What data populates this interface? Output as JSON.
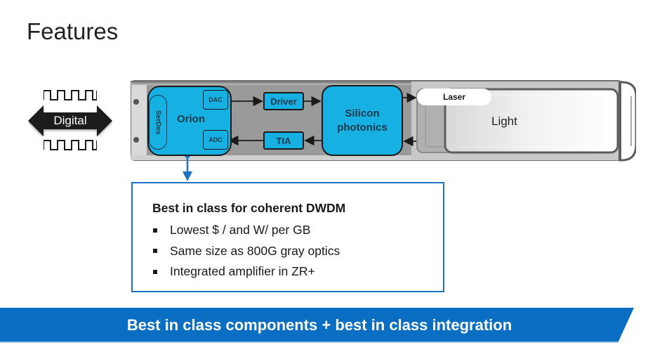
{
  "page": {
    "title": "Features"
  },
  "digital": {
    "label": "Digital",
    "icon": "bidirectional-arrow-icon",
    "wave_icon": "square-wave-icon"
  },
  "module": {
    "orion": {
      "label": "Orion"
    },
    "serdes": {
      "label": "SerDes"
    },
    "dac": {
      "label": "DAC"
    },
    "adc": {
      "label": "ADC"
    },
    "driver": {
      "label": "Driver"
    },
    "tia": {
      "label": "TIA"
    },
    "silicon_photonics": {
      "label_line1": "Silicon",
      "label_line2": "photonics"
    },
    "laser": {
      "label": "Laser"
    },
    "light": {
      "label": "Light"
    }
  },
  "feature_box": {
    "title": "Best in class for coherent DWDM",
    "items": [
      "Lowest $ / and W/ per GB",
      "Same size as 800G gray optics",
      "Integrated amplifier in ZR+"
    ]
  },
  "banner": {
    "text": "Best in class components + best in class integration"
  },
  "colors": {
    "block_blue": "#17b0e2",
    "accent_blue": "#1f73c4",
    "banner_blue": "#0a6fc2",
    "module_gray": "#9c9c9c"
  }
}
